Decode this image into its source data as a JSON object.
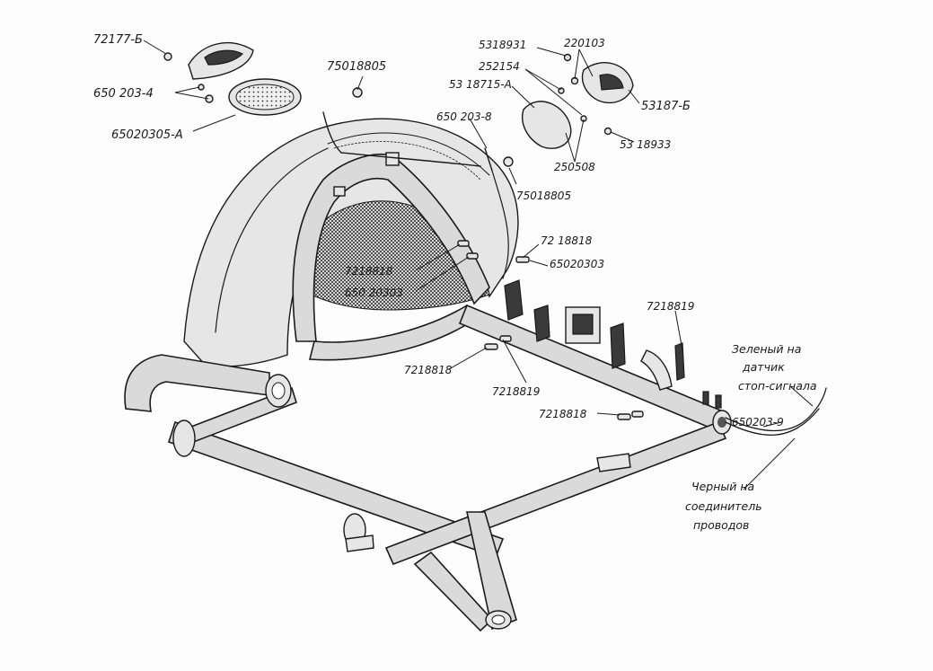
{
  "parts": {
    "p72177b": "72177-Б",
    "p650203_4": "650 203-4",
    "p65020305a": "65020305-А",
    "p75018805_top": "75018805",
    "p5318931": "5318931",
    "p220103": "220103",
    "p252154": "252154",
    "p5318715a": "53 18715-А",
    "p53187b": "53187-Б",
    "p650203_8": "650 203-8",
    "p5318933": "53 18933",
    "p250508": "250508",
    "p75018805_mid": "75018805",
    "p7218818_a": "72 18818",
    "p65020303_a": "65020303",
    "p7218818_b": "7218818",
    "p65020303_b": "650 20303",
    "p7218819_a": "7218819",
    "p7218818_c": "7218818",
    "p7218819_b": "7218819",
    "p7218818_d": "7218818",
    "p650203_9": "650203-9"
  },
  "wires": {
    "green_l1": "Зеленый на",
    "green_l2": "датчик",
    "green_l3": "стоп-сигнала",
    "black_l1": "Черный на",
    "black_l2": "соединитель",
    "black_l3": "проводов"
  },
  "colors": {
    "ink": "#1a1a1a",
    "paper": "#fdfdfd"
  }
}
